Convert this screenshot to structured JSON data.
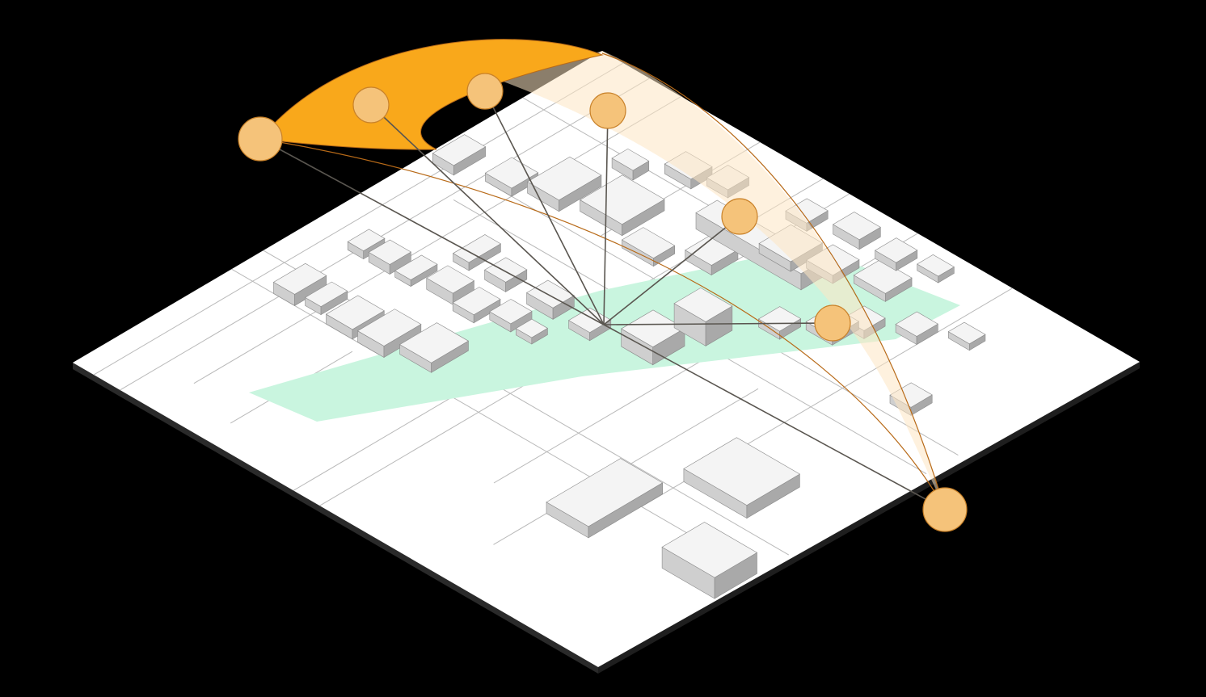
{
  "colors": {
    "background": "#000000",
    "ground": "#ffffff",
    "ground_edge": "#1a1a1a",
    "street_lines": "#b9b9b9",
    "park": "#c9f5df",
    "sun_arc_fill": "#f9a81b",
    "sun_path_shade": "#fde6c2",
    "sun_marker_fill": "#f5c37a",
    "sun_marker_stroke": "#c9822a",
    "sun_ray": "#5a5650",
    "sun_path_outline": "#b86a18",
    "building_top": "#f4f4f4",
    "building_side_left": "#cfcfcf",
    "building_side_right": "#a9a9a9"
  },
  "diagram": {
    "type": "solar-path-axonometric",
    "sun_positions": 7,
    "ray_convergence": "site-center",
    "contains_text": false
  }
}
